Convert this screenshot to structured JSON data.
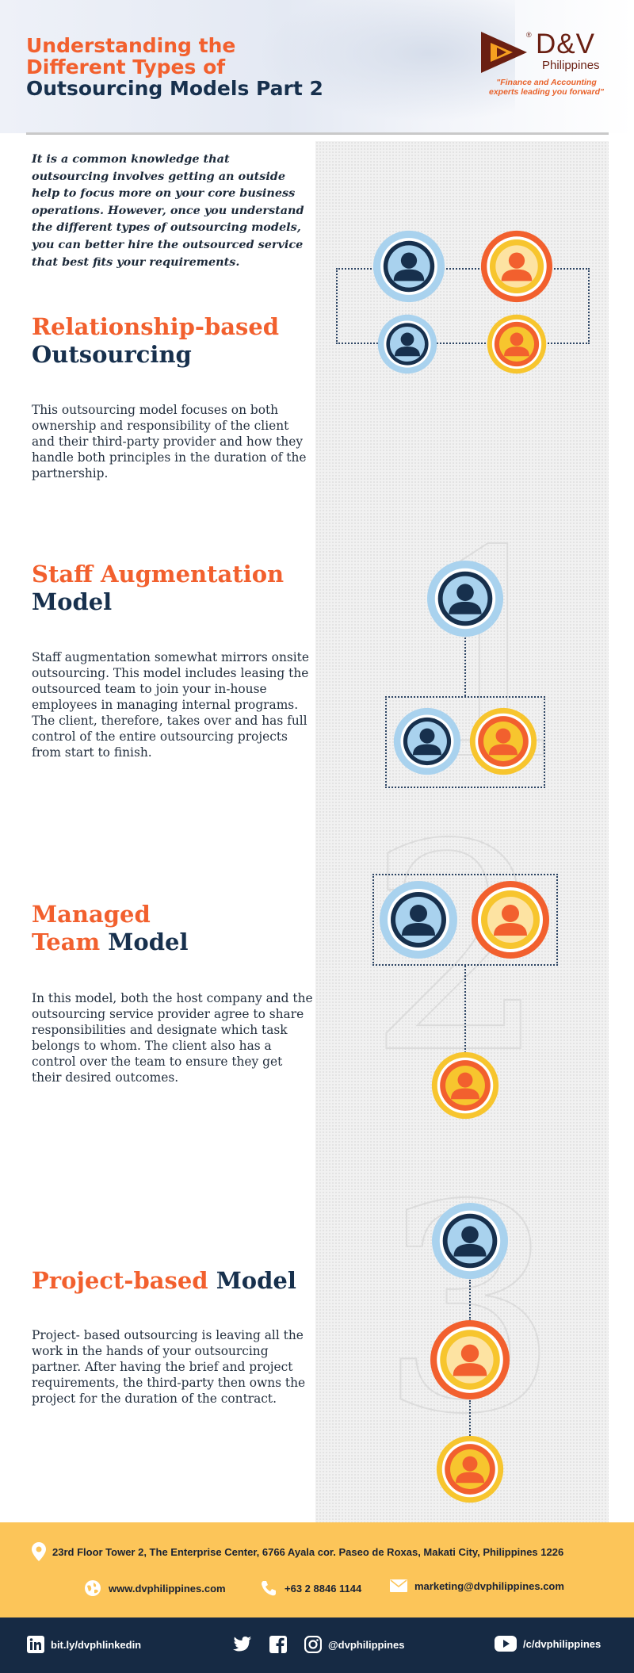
{
  "header": {
    "title_line1": "Understanding the",
    "title_line2": "Different Types of",
    "title_line3": "Outsourcing Models Part 2"
  },
  "brand": {
    "registered": "®",
    "name": "D&V",
    "sub": "Philippines",
    "tagline_line1": "\"Finance and Accounting",
    "tagline_line2": "experts leading you forward\""
  },
  "intro": "It is a common knowledge that outsourcing involves getting an outside help to focus more on your core business operations. However, once you understand the different  types of outsourcing models, you can better hire the outsourced service that best fits your requirements.",
  "sections": [
    {
      "title_a": "Relationship-based",
      "title_b": "Outsourcing",
      "body": "This outsourcing model focuses on both ownership and responsibility of the client and their third-party provider and how they handle both principles in the duration of the partnership."
    },
    {
      "title_a": "Staff Augmentation",
      "title_b": "Model",
      "body": "Staff augmentation somewhat mirrors onsite outsourcing. This model includes leasing the outsourced team to join your in-house employees in managing internal programs. The client, therefore, takes over and has full control of the entire outsourcing projects from start to finish.",
      "number": "1"
    },
    {
      "title_a1": "Managed",
      "title_a2": "Team",
      "title_b": "Model",
      "body": "In this model, both the host company and the outsourcing service provider agree to share responsibilities and designate which task belongs to whom. The client also has a control over the team to ensure they get their desired outcomes.",
      "number": "2"
    },
    {
      "title_a": "Project-based",
      "title_b": "Model",
      "body": "Project- based outsourcing is leaving all the work in the hands of your outsourcing partner. After having the brief and project requirements, the third-party then owns the project for the duration of the contract.",
      "number": "3"
    }
  ],
  "footer": {
    "address": "23rd Floor Tower 2, The Enterprise Center, 6766 Ayala cor. Paseo de Roxas, Makati City, Philippines 1226",
    "website": "www.dvphilippines.com",
    "phone": "+63 2 8846 1144",
    "email": "marketing@dvphilippines.com",
    "linkedin": "bit.ly/dvphlinkedin",
    "handle": "@dvphilippines",
    "youtube": "/c/dvphilippines"
  },
  "colors": {
    "orange": "#f2602e",
    "navy": "#17304d",
    "light_blue": "#a9d2ee",
    "yellow": "#f7c52e",
    "footer_yellow": "#fcc559",
    "footer_navy": "#162a44"
  },
  "icons": [
    "client-person-icon",
    "provider-person-icon",
    "location-pin-icon",
    "globe-icon",
    "phone-icon",
    "mail-icon",
    "linkedin-icon",
    "twitter-icon",
    "facebook-icon",
    "instagram-icon",
    "youtube-icon"
  ]
}
